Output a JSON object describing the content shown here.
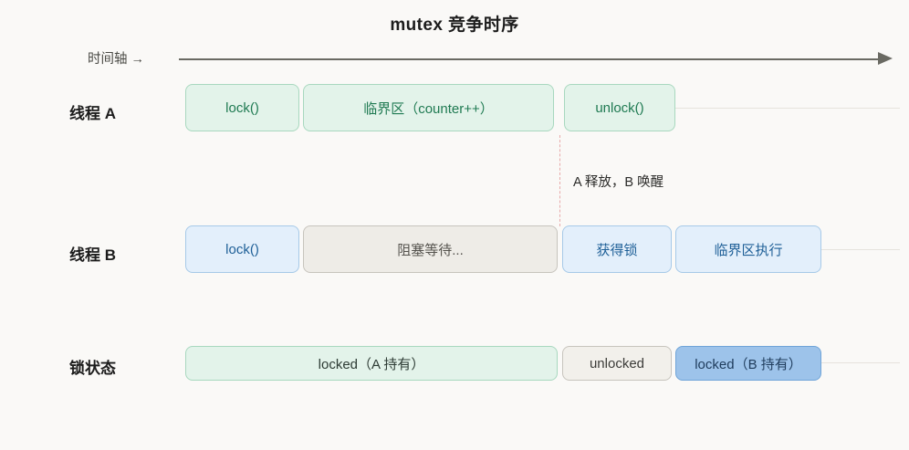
{
  "title": "mutex 竞争时序",
  "axis": {
    "label": "时间轴 →",
    "arrow_icon": "arrow-right-icon"
  },
  "rows": [
    {
      "key": "thread_a",
      "label": "线程 A",
      "blocks": [
        {
          "text": "lock()",
          "style": "green"
        },
        {
          "text": "临界区（counter++）",
          "style": "green"
        },
        {
          "text": "unlock()",
          "style": "green"
        }
      ]
    },
    {
      "key": "thread_b",
      "label": "线程 B",
      "blocks": [
        {
          "text": "lock()",
          "style": "blue"
        },
        {
          "text": "阻塞等待...",
          "style": "gray"
        },
        {
          "text": "获得锁",
          "style": "blue"
        },
        {
          "text": "临界区执行",
          "style": "blue"
        }
      ]
    },
    {
      "key": "lock_state",
      "label": "锁状态",
      "blocks": [
        {
          "text": "locked（A 持有）",
          "style": "green-soft"
        },
        {
          "text": "unlocked",
          "style": "gray-soft"
        },
        {
          "text": "locked（B 持有）",
          "style": "blue-solid"
        }
      ]
    }
  ],
  "marker": {
    "text": "A 释放，B 唤醒",
    "color": "#e8a9a9"
  },
  "colors": {
    "background": "#faf9f7",
    "axis": "#6a6a63",
    "green_fill": "#e3f3ea",
    "green_border": "#a8d8bf",
    "green_text": "#1f7a52",
    "blue_fill": "#e3effb",
    "blue_border": "#a6c9e8",
    "blue_text": "#1e5f97",
    "gray_fill": "#eeece7",
    "gray_border": "#c7c4bd",
    "blue_solid_fill": "#9dc3ea"
  }
}
